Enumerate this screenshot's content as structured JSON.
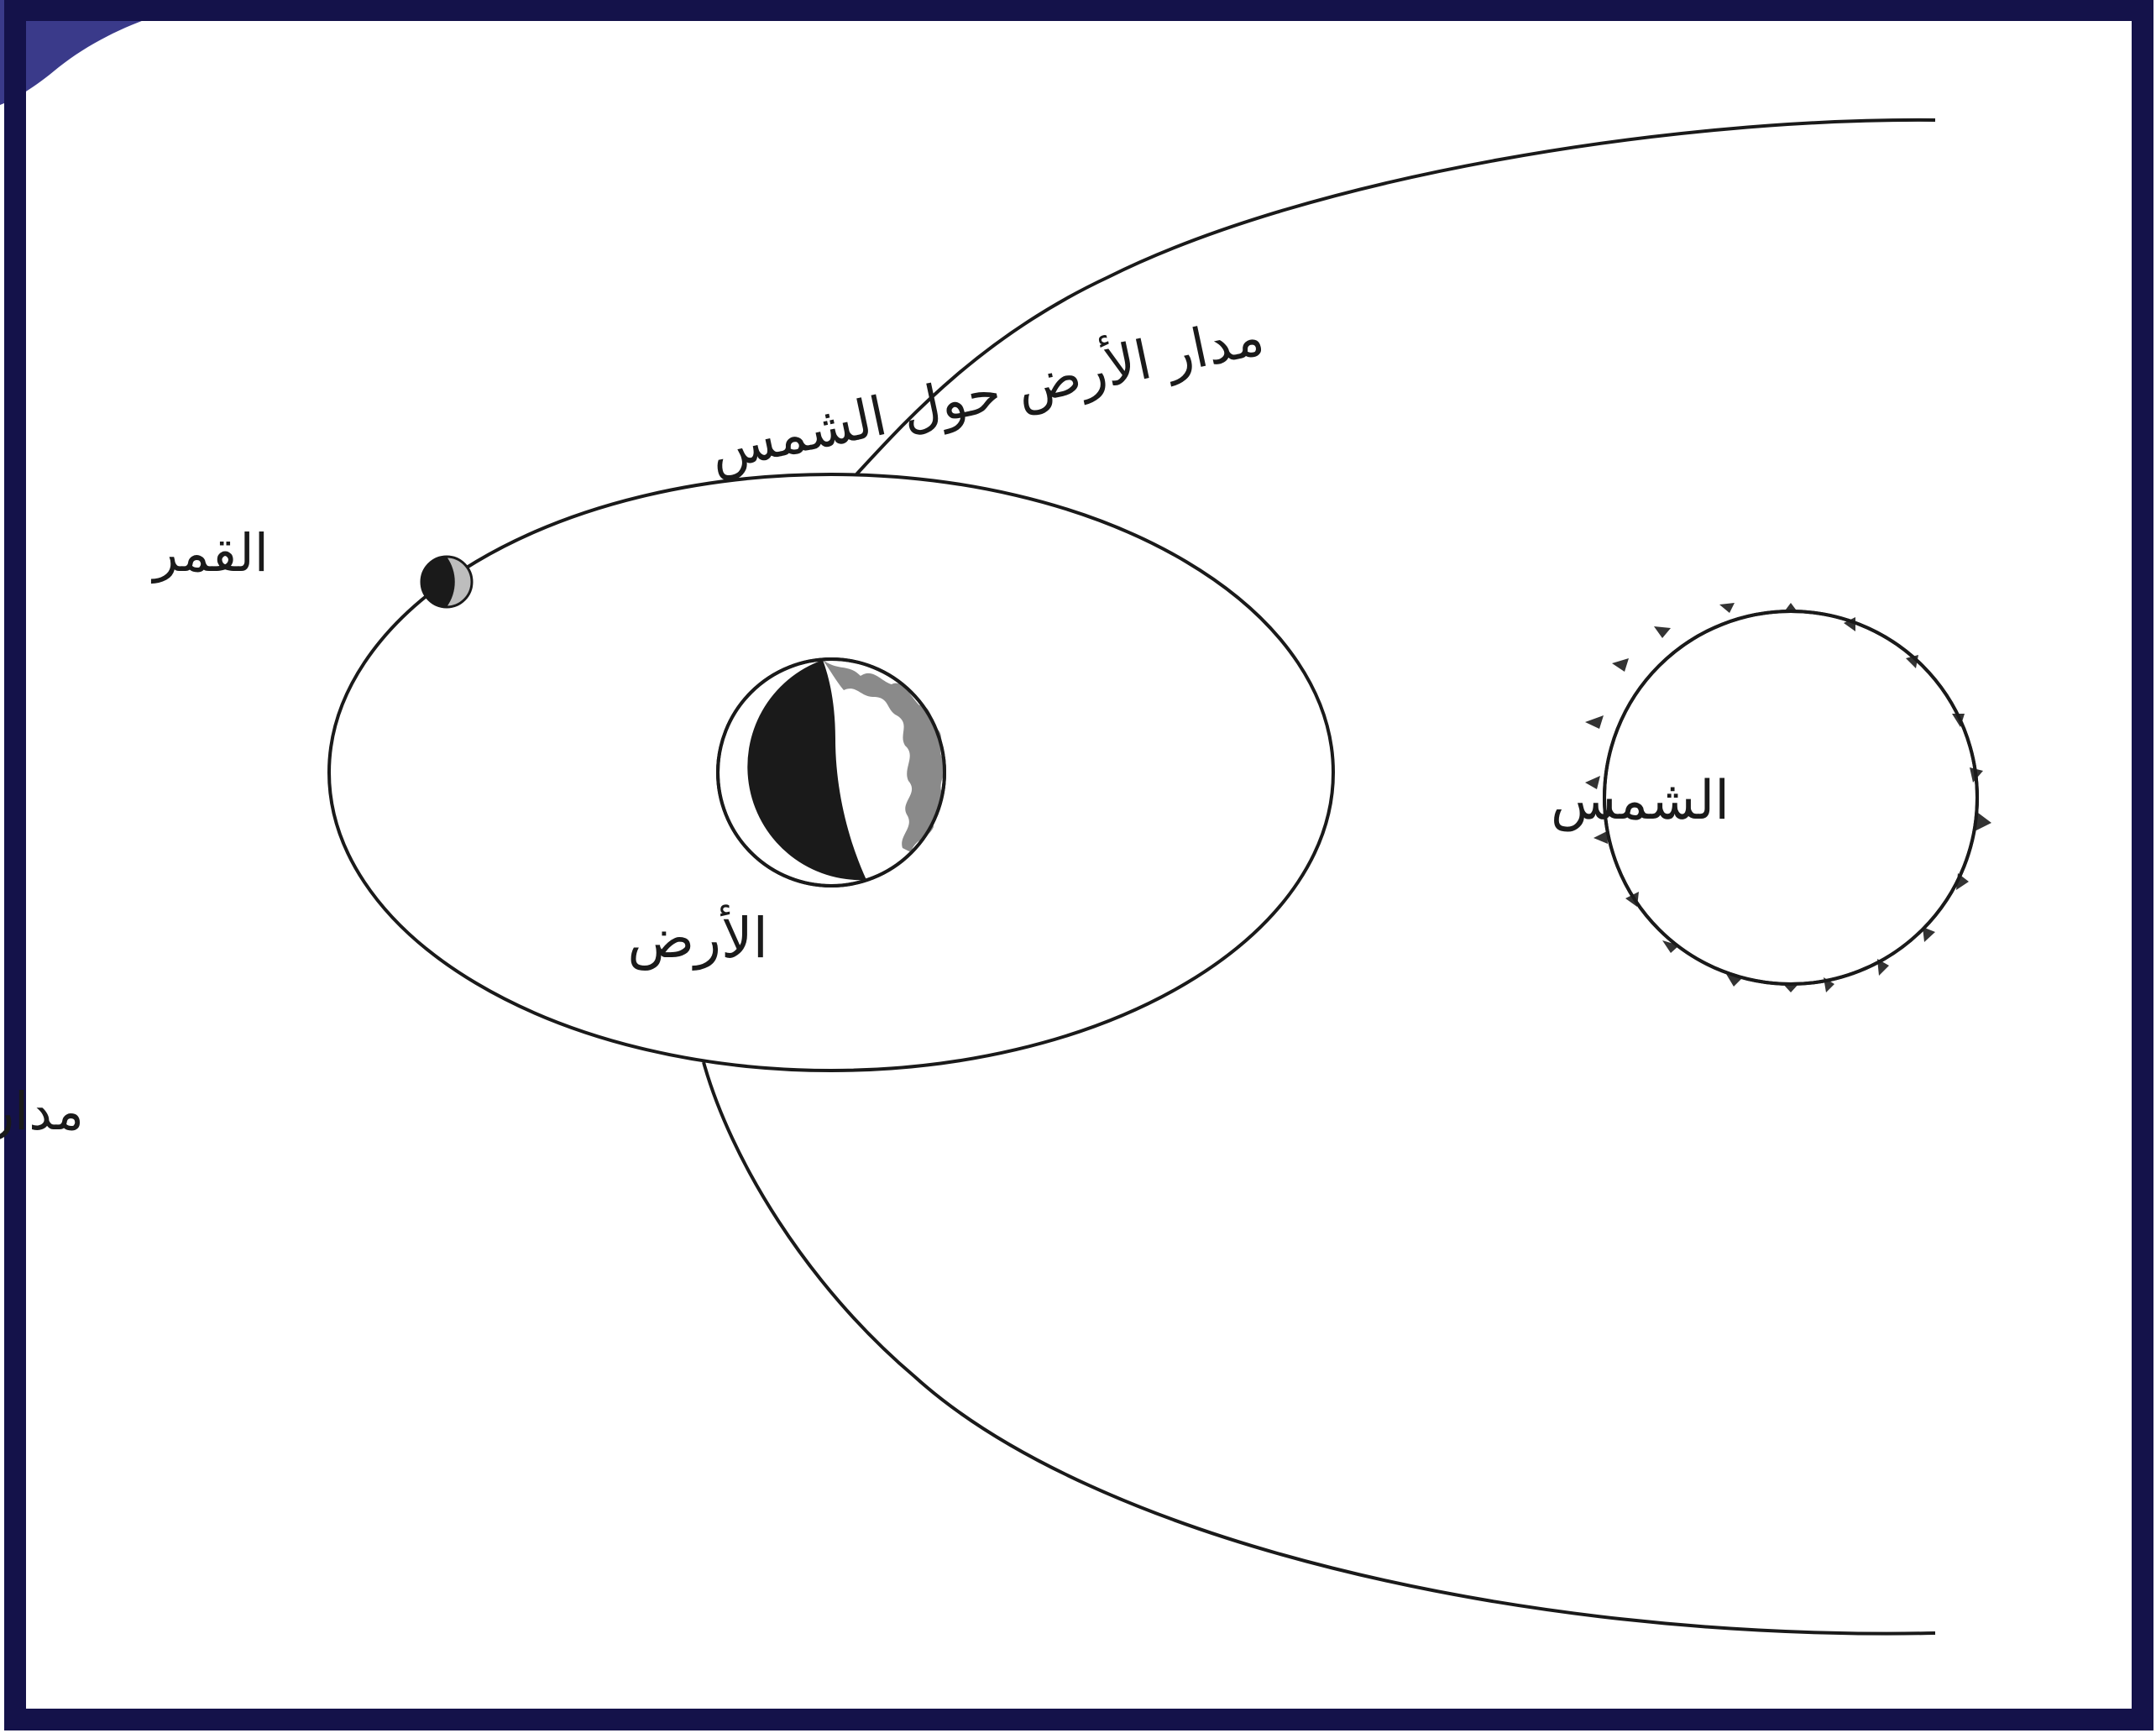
{
  "labels": {
    "moon": "القمر",
    "earth": "الأرض",
    "sun": "الشمس",
    "earth_orbit": "مدار الأرض حول الشمس",
    "moon_orbit": "مدار القمر حول الأرض"
  },
  "colors": {
    "frame": "#14124a",
    "line": "#1a1a1a",
    "background": "#ffffff",
    "shadow": "#1a1a1a",
    "sun_spikes": "#333333",
    "earth_light_edge": "#8a8a8a"
  }
}
